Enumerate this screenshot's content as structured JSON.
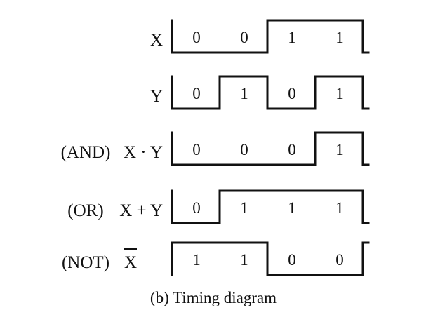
{
  "caption": "(b) Timing diagram",
  "signals": [
    {
      "gate": "",
      "name": "X",
      "overline": false,
      "bits": [
        "0",
        "0",
        "1",
        "1"
      ]
    },
    {
      "gate": "",
      "name": "Y",
      "overline": false,
      "bits": [
        "0",
        "1",
        "0",
        "1"
      ]
    },
    {
      "gate": "(AND)",
      "name": "X · Y",
      "overline": false,
      "bits": [
        "0",
        "0",
        "0",
        "1"
      ]
    },
    {
      "gate": "(OR)",
      "name": "X + Y",
      "overline": false,
      "bits": [
        "0",
        "1",
        "1",
        "1"
      ]
    },
    {
      "gate": "(NOT)",
      "name": "X",
      "overline": true,
      "bits": [
        "1",
        "1",
        "0",
        "0"
      ]
    }
  ]
}
